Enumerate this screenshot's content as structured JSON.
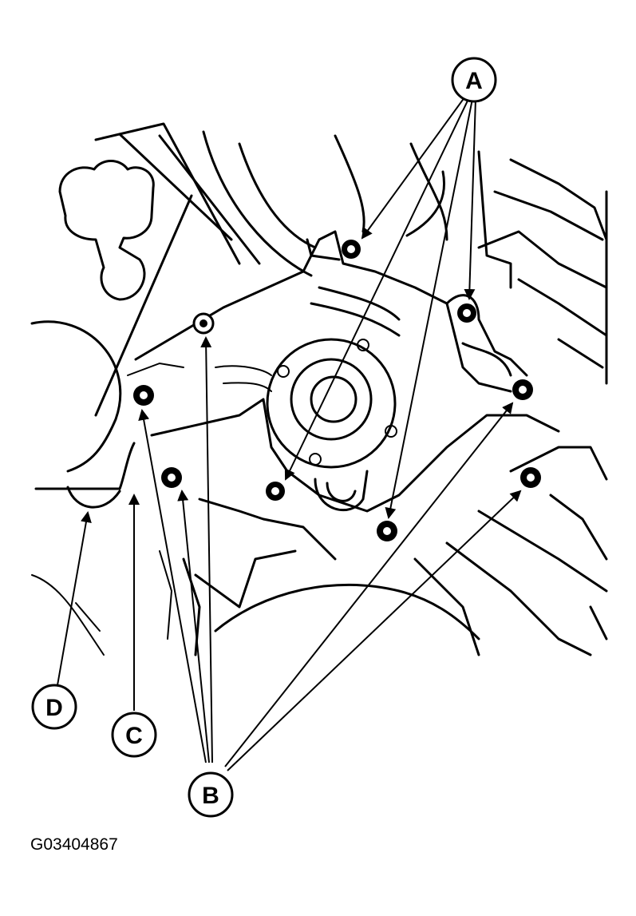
{
  "callouts": {
    "a": "A",
    "b": "B",
    "c": "C",
    "d": "D"
  },
  "figure_code": "G03404867",
  "colors": {
    "ink": "#000000",
    "paper": "#ffffff"
  }
}
